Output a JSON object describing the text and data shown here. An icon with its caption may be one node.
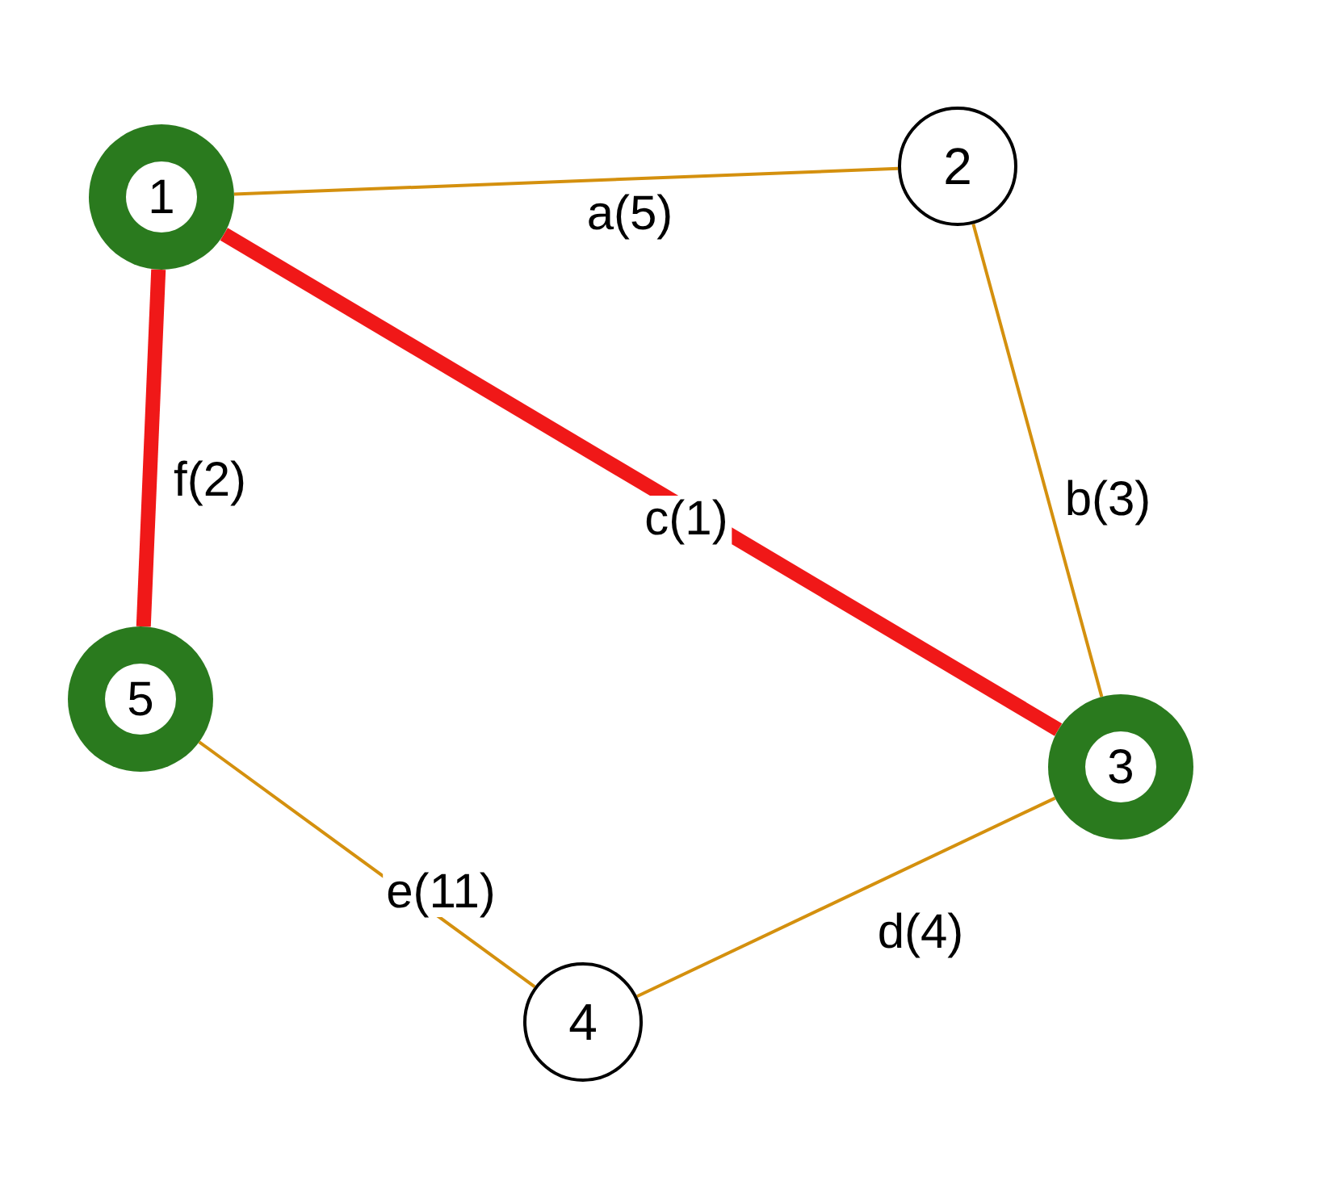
{
  "diagram": {
    "nodes": [
      {
        "text": [
          "1"
        ]
      },
      {
        "text": [
          "2"
        ]
      },
      {
        "text": [
          "3"
        ]
      },
      {
        "text": [
          "4"
        ]
      },
      {
        "text": [
          "5"
        ]
      }
    ],
    "edges": [
      {
        "from": 0,
        "to": 1,
        "arrow": "none",
        "label": "a(5)"
      },
      {
        "from": 1,
        "to": 2,
        "arrow": "none",
        "label": "b(3)"
      },
      {
        "from": 0,
        "to": 2,
        "arrow": "none",
        "label": "c(1)",
        "style": "thick",
        "color": "#f01818"
      },
      {
        "from": 2,
        "to": 3,
        "arrow": "none",
        "label": "d(4)"
      },
      {
        "from": 4,
        "to": 3,
        "arrow": "none",
        "label": "e(11)"
      },
      {
        "from": 0,
        "to": 4,
        "arrow": "none",
        "label": "f(2)",
        "style": "thick",
        "color": "#f01818"
      }
    ]
  }
}
